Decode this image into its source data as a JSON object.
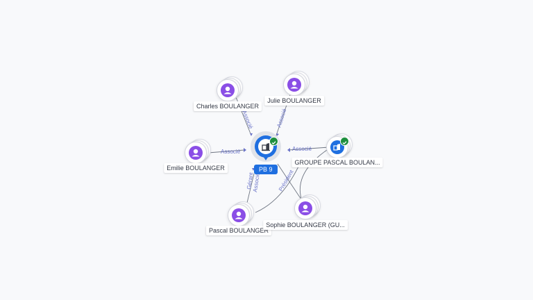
{
  "center": {
    "tag": "PB 9",
    "icon": "building-icon",
    "verified": true
  },
  "nodes": [
    {
      "id": "charles",
      "name": "Charles BOULANGER",
      "type": "person",
      "icon": "person-icon"
    },
    {
      "id": "julie",
      "name": "Julie BOULANGER",
      "type": "person",
      "icon": "person-icon"
    },
    {
      "id": "emilie",
      "name": "Emilie BOULANGER",
      "type": "person",
      "icon": "person-icon"
    },
    {
      "id": "groupe",
      "name": "GROUPE PASCAL BOULAN...",
      "type": "company",
      "icon": "building-icon",
      "verified": true
    },
    {
      "id": "pascal",
      "name": "Pascal BOULANGER",
      "type": "person",
      "icon": "person-icon"
    },
    {
      "id": "sophie",
      "name": "Sophie BOULANGER (GU...",
      "type": "person",
      "icon": "person-icon"
    }
  ],
  "edges": [
    {
      "from": "charles",
      "label": "Associé"
    },
    {
      "from": "julie",
      "label": "Associé"
    },
    {
      "from": "emilie",
      "label": "Associé"
    },
    {
      "from": "groupe",
      "label": "Associé"
    },
    {
      "from": "pascal",
      "label": "Gérant"
    },
    {
      "from": "pascal",
      "label": "Associé"
    },
    {
      "from": "sophie",
      "label": "Président"
    }
  ],
  "colors": {
    "person": "#8a4ee6",
    "company": "#1f6fe0",
    "verified": "#1e8f3e",
    "edge": "#6b74c9"
  }
}
